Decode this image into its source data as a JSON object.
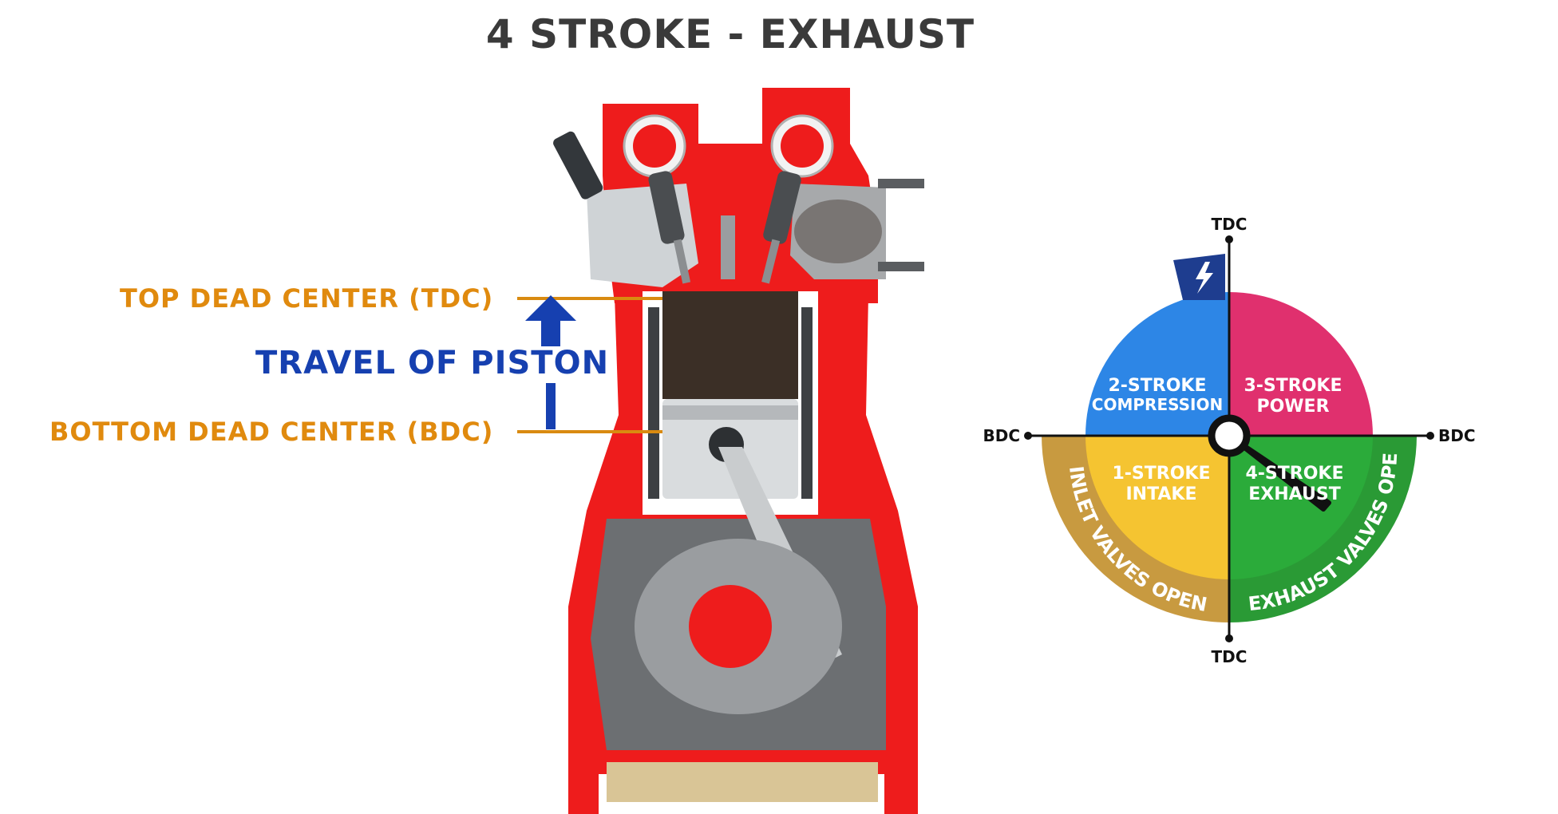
{
  "title": "4 STROKE - EXHAUST",
  "colors": {
    "title": "#3a3a3a",
    "orange_label": "#e08a0e",
    "orange_line": "#d98a10",
    "blue_label": "#1640b0",
    "engine_red": "#ee1c1c",
    "compression": "#2d86e6",
    "power": "#e0306e",
    "intake": "#f5c431",
    "exhaust": "#2bab3a",
    "inlet_ring": "#c89a40",
    "exhaust_ring": "#2a9a35",
    "spark": "#1e3d8f"
  },
  "labels": {
    "tdc_line": "TOP DEAD CENTER (TDC)",
    "bdc_line": "BOTTOM DEAD CENTER (BDC)",
    "travel": "TRAVEL OF PISTON"
  },
  "dial": {
    "tdc_top": "TDC",
    "tdc_bottom": "TDC",
    "bdc_left": "BDC",
    "bdc_right": "BDC",
    "q_compression": {
      "line1": "2-STROKE",
      "line2": "COMPRESSION"
    },
    "q_power": {
      "line1": "3-STROKE",
      "line2": "POWER"
    },
    "q_intake": {
      "line1": "1-STROKE",
      "line2": "INTAKE"
    },
    "q_exhaust": {
      "line1": "4-STROKE",
      "line2": "EXHAUST"
    },
    "ring_inlet": "INLET VALVES OPEN",
    "ring_exhaust": "EXHAUST VALVES OPEN",
    "spark_icon": "lightning-bolt-icon"
  }
}
